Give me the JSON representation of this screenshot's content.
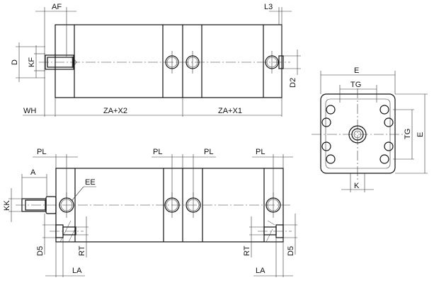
{
  "top_view": {
    "labels": {
      "af": "AF",
      "l3": "L3",
      "d": "D",
      "kf": "KF",
      "d2": "D2",
      "wh": "WH",
      "za_x2": "ZA+X2",
      "za_x1": "ZA+X1"
    }
  },
  "end_view": {
    "labels": {
      "e_top": "E",
      "tg_top": "TG",
      "tg_side": "TG",
      "e_side": "E",
      "k": "K"
    }
  },
  "bottom_view": {
    "labels": {
      "pl1": "PL",
      "pl2": "PL",
      "pl3": "PL",
      "pl4": "PL",
      "a": "A",
      "ee": "EE",
      "kk": "KK",
      "d5_left": "D5",
      "rt_left": "RT",
      "la_left": "LA",
      "rt_right": "RT",
      "d5_right": "D5",
      "la_right": "LA"
    }
  }
}
